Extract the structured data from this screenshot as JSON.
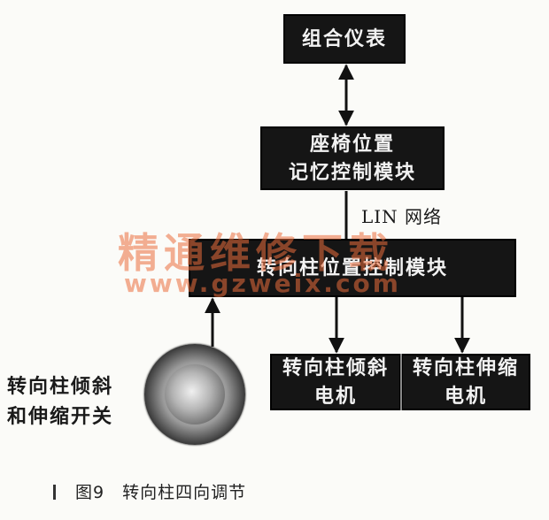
{
  "nodes": {
    "cluster": [
      "组合仪表"
    ],
    "seat_memory": [
      "座椅位置",
      "记忆控制模块"
    ],
    "column_module": [
      "转向柱位置控制模块"
    ],
    "tilt_motor": [
      "转向柱倾斜",
      "电机"
    ],
    "telescope_motor": [
      "转向柱伸缩",
      "电机"
    ],
    "switch": [
      "转向柱倾斜",
      "和伸缩开关"
    ]
  },
  "bus_label": "LIN 网络",
  "watermark": {
    "text": "精通维修下载",
    "url": "www.gzweix.com"
  },
  "caption": {
    "figure": "图9",
    "title": "转向柱四向调节"
  }
}
